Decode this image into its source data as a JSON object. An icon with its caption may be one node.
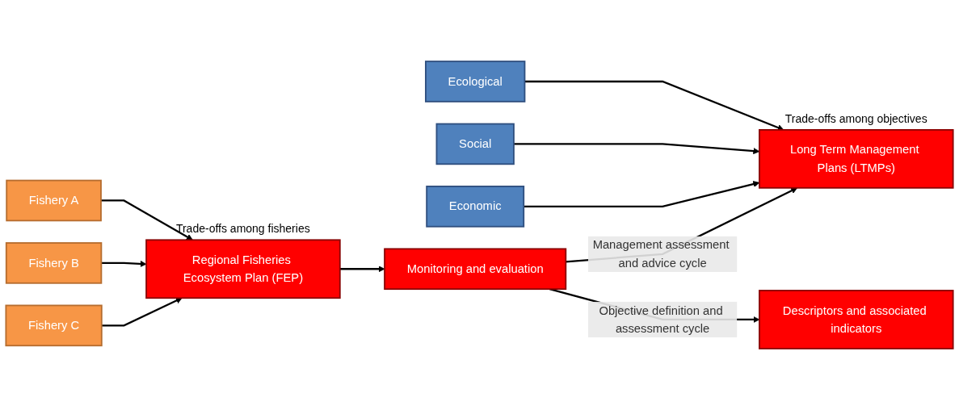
{
  "diagram": {
    "nodes": [
      {
        "text": [
          "Descriptors and associated indicators"
        ]
      },
      {
        "text": [
          "Ecological"
        ]
      },
      {
        "text": [
          "Social"
        ]
      },
      {
        "text": [
          "Economic"
        ]
      },
      {
        "text": [
          "Long Term Management Plans (LTMPs)"
        ],
        "beside": [
          "Trade-offs among objectives"
        ]
      },
      {
        "text": [
          "Fishery A"
        ]
      },
      {
        "text": [
          "Fishery B"
        ]
      },
      {
        "text": [
          "Fishery C"
        ]
      },
      {
        "text": [
          "Regional Fisheries Ecosystem Plan (FEP)"
        ],
        "beside": [
          "Trade-offs among fisheries"
        ]
      },
      {
        "text": [
          "Monitoring and evaluation"
        ]
      }
    ],
    "edges": [
      {
        "from": 1,
        "to": 4,
        "arrow": "to"
      },
      {
        "from": 2,
        "to": 4,
        "arrow": "to"
      },
      {
        "from": 3,
        "to": 4,
        "arrow": "to"
      },
      {
        "from": 9,
        "to": 4,
        "arrow": "to",
        "label": "Management assessment and advice cycle"
      },
      {
        "from": 5,
        "to": 8,
        "arrow": "to"
      },
      {
        "from": 6,
        "to": 8,
        "arrow": "to"
      },
      {
        "from": 7,
        "to": 8,
        "arrow": "to"
      },
      {
        "from": 8,
        "to": 9,
        "arrow": "to"
      },
      {
        "from": 9,
        "to": 0,
        "arrow": "to",
        "label": "Objective definition and assessment cycle"
      }
    ]
  }
}
